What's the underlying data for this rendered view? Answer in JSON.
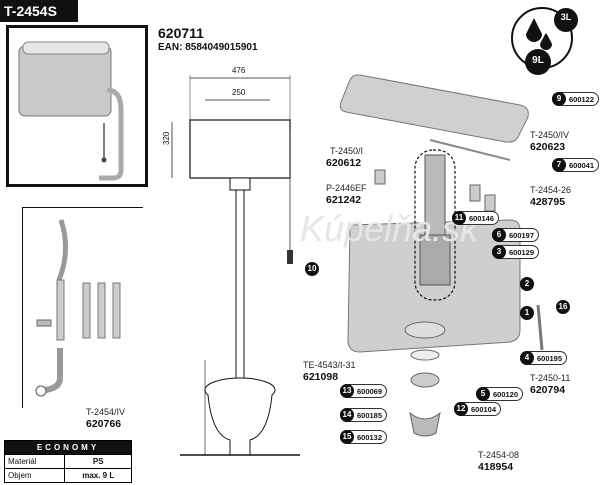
{
  "header": {
    "model": "T-2454S"
  },
  "product": {
    "code": "620711",
    "ean": "EAN: 8584049015901"
  },
  "dimensions": {
    "width": "476",
    "inner": "250",
    "height": "320"
  },
  "watermark": "Kúpelňa.sk",
  "badges": {
    "small": "3L",
    "large": "9L"
  },
  "parts": [
    {
      "ref": "T-2450/I",
      "code": "620612"
    },
    {
      "ref": "P-2446EF",
      "code": "621242"
    },
    {
      "ref": "T-2450/IV",
      "code": "620623"
    },
    {
      "ref": "T-2454-26",
      "code": "428795"
    },
    {
      "ref": "TE-4543/I-31",
      "code": "621098"
    },
    {
      "ref": "T-2450-11",
      "code": "620794"
    },
    {
      "ref": "T-2454-08",
      "code": "418954"
    },
    {
      "ref": "T-2454/IV",
      "code": "620766"
    }
  ],
  "tags": [
    {
      "num": "9",
      "code": "600122"
    },
    {
      "num": "7",
      "code": "600041"
    },
    {
      "num": "11",
      "code": "600146"
    },
    {
      "num": "6",
      "code": "600197"
    },
    {
      "num": "3",
      "code": "600129"
    },
    {
      "num": "4",
      "code": "600195"
    },
    {
      "num": "5",
      "code": "600120"
    },
    {
      "num": "12",
      "code": "600104"
    },
    {
      "num": "13",
      "code": "600069"
    },
    {
      "num": "14",
      "code": "600185"
    },
    {
      "num": "15",
      "code": "600132"
    }
  ],
  "markers": [
    "10",
    "2",
    "1",
    "16"
  ],
  "spec": {
    "title": "ECONOMY",
    "rows": [
      {
        "label": "Materiál",
        "value": "PS"
      },
      {
        "label": "Objem",
        "value": "max. 9 L"
      }
    ]
  }
}
